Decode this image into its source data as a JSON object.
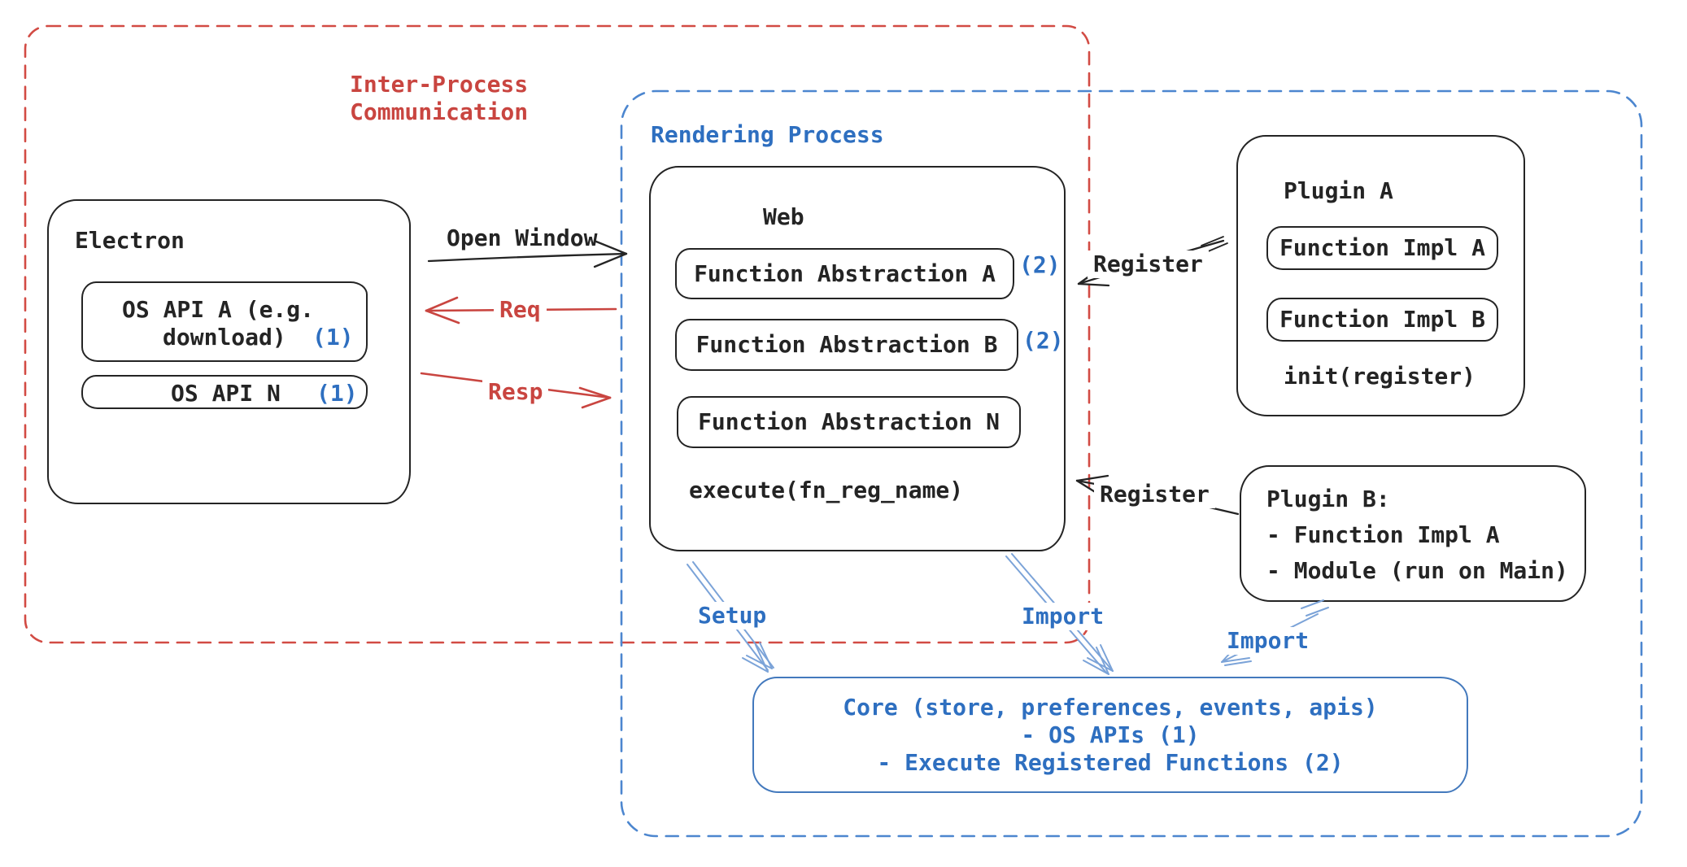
{
  "colors": {
    "ink": "#242424",
    "red": "#c94540",
    "red_border": "#d24b44",
    "blue": "#2e6fc0",
    "blue_border": "#4c86cf",
    "blue_light": "#7ba3d8",
    "core_border": "#4379bd",
    "background": "#ffffff"
  },
  "regions": {
    "ipc": {
      "label_line1": "Inter-Process",
      "label_line2": "Communication"
    },
    "rendering": {
      "label": "Rendering Process"
    }
  },
  "electron": {
    "title": "Electron",
    "api_a": {
      "line1": "OS API A (e.g.",
      "line2": "download)",
      "badge": "(1)"
    },
    "api_n": {
      "label": "OS API N",
      "badge": "(1)"
    }
  },
  "web": {
    "title": "Web",
    "abstractions": [
      {
        "label": "Function Abstraction A",
        "badge": "(2)"
      },
      {
        "label": "Function Abstraction B",
        "badge": "(2)"
      },
      {
        "label": "Function Abstraction N",
        "badge": ""
      }
    ],
    "execute": "execute(fn_reg_name)"
  },
  "plugin_a": {
    "title": "Plugin A",
    "impl_a": "Function Impl A",
    "impl_b": "Function Impl B",
    "init": "init(register)"
  },
  "plugin_b": {
    "title": "Plugin B:",
    "line1": "- Function Impl A",
    "line2": "- Module (run on Main)"
  },
  "core": {
    "line1": "Core (store, preferences, events, apis)",
    "line2": "- OS APIs (1)",
    "line3": "- Execute Registered Functions (2)"
  },
  "arrows": {
    "open_window": "Open Window",
    "req": "Req",
    "resp": "Resp",
    "register_top": "Register",
    "register_bottom": "Register",
    "setup": "Setup",
    "import_mid": "Import",
    "import_right": "Import"
  }
}
